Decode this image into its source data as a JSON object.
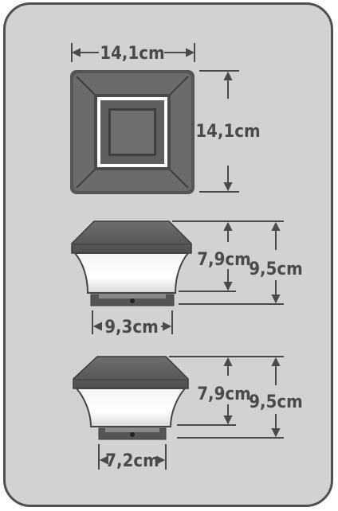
{
  "colors": {
    "background": "#d2d2d2",
    "border": "#505050",
    "cap_dark": "#5a5a5a",
    "cap_face": "#6b6b6b",
    "diffuser": "#ffffff",
    "dimension_text": "#4a4a4a",
    "dimension_line": "#4a4a4a"
  },
  "top_view": {
    "width_label": "14,1cm",
    "depth_label": "14,1cm"
  },
  "side_view_large": {
    "body_height_label": "7,9cm",
    "total_height_label": "9,5cm",
    "base_width_label": "9,3cm"
  },
  "side_view_small": {
    "body_height_label": "7,9cm",
    "total_height_label": "9,5cm",
    "base_width_label": "7,2cm"
  }
}
